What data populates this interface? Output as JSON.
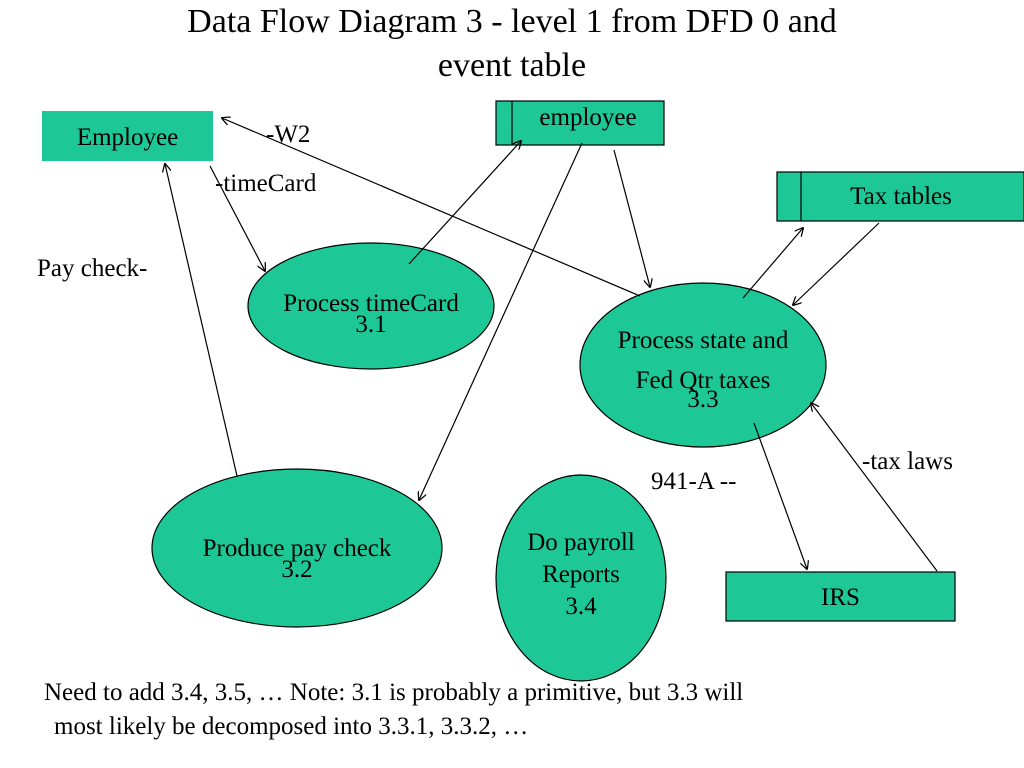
{
  "title": {
    "line1": "Data Flow Diagram 3 - level 1 from DFD 0 and",
    "line2": "event table"
  },
  "colors": {
    "node_fill": "#1ec896",
    "stroke": "#000000"
  },
  "external_entities": [
    {
      "id": "employee_entity",
      "label": "Employee"
    },
    {
      "id": "irs",
      "label": "IRS"
    }
  ],
  "data_stores": [
    {
      "id": "employee_store",
      "label": "employee"
    },
    {
      "id": "tax_tables",
      "label": "Tax tables"
    }
  ],
  "processes": [
    {
      "id": "p31",
      "line1": "Process timeCard",
      "line2": "3.1"
    },
    {
      "id": "p32",
      "line1": "Produce pay check",
      "line2": "3.2"
    },
    {
      "id": "p33",
      "line1": "Process state and",
      "line2": "Fed Qtr taxes",
      "line3": "3.3"
    },
    {
      "id": "p34",
      "line1": "Do payroll",
      "line2": "Reports",
      "line3": "3.4"
    }
  ],
  "flow_labels": {
    "w2": "-W2",
    "timecard": "-timeCard",
    "paycheck": "Pay check-",
    "tax_laws": "-tax laws",
    "form_941a": "941-A --"
  },
  "note": {
    "line1": "Need to add 3.4, 3.5, …   Note: 3.1 is probably a primitive, but 3.3 will",
    "line2": "most likely be decomposed into 3.3.1, 3.3.2, …"
  }
}
